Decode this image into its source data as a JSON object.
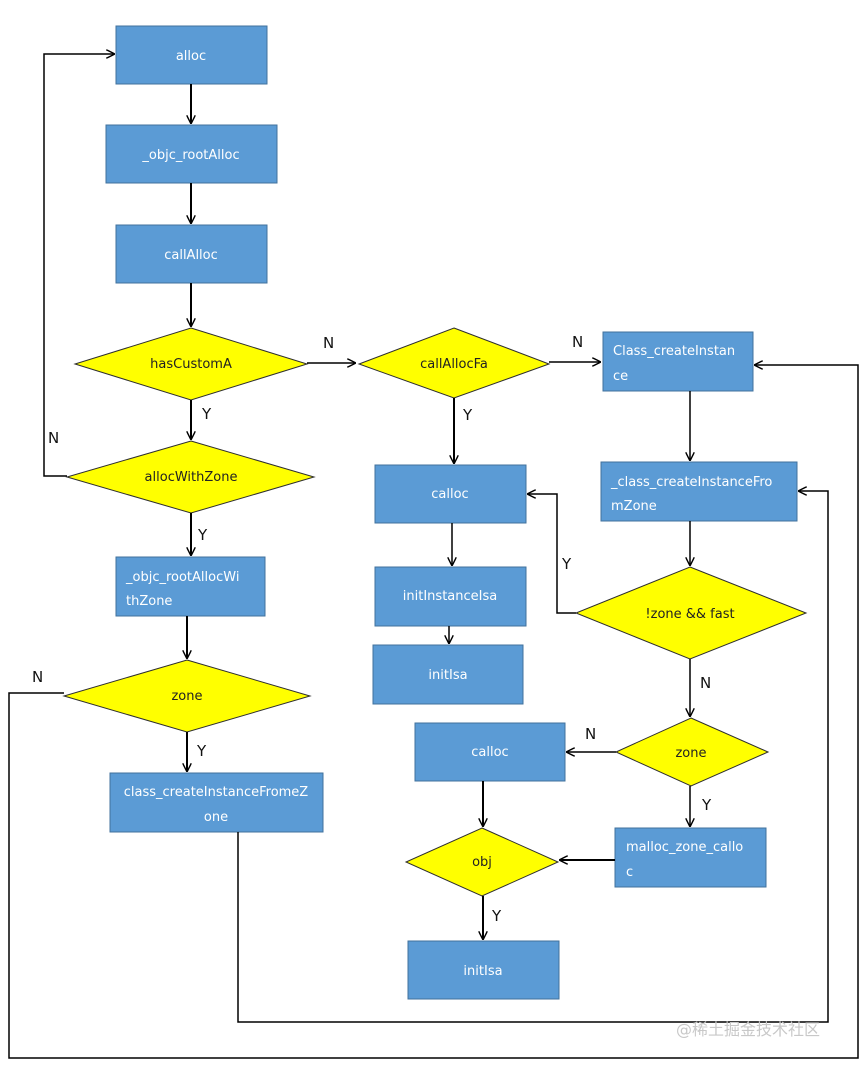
{
  "nodes": {
    "alloc": "alloc",
    "objc_root_alloc": "_objc_rootAlloc",
    "call_alloc": "callAlloc",
    "has_custom_a": "hasCustomA",
    "alloc_with_zone": "allocWithZone",
    "objc_root_alloc_with_zone_1": "_objc_rootAllocWi",
    "objc_root_alloc_with_zone_2": "thZone",
    "zone_left": "zone",
    "class_create_instance_frome_zone_1": "class_createInstanceFromeZ",
    "class_create_instance_frome_zone_2": "one",
    "call_alloc_fa": "callAllocFa",
    "calloc_mid": "calloc",
    "init_instance_isa": "initInstanceIsa",
    "init_isa_mid": "initIsa",
    "class_create_instance_1": "Class_createInstan",
    "class_create_instance_2": "ce",
    "class_create_instance_from_zone_1": "_class_createInstanceFro",
    "class_create_instance_from_zone_2": "mZone",
    "not_zone_fast": "!zone && fast",
    "zone_right": "zone",
    "calloc_low": "calloc",
    "malloc_zone_calloc_1": "malloc_zone_callo",
    "malloc_zone_calloc_2": "c",
    "obj": "obj",
    "init_isa_low": "initIsa"
  },
  "labels": {
    "y": "Y",
    "n": "N"
  },
  "watermark": "@稀土掘金技术社区",
  "colors": {
    "process_fill": "#5b9bd5",
    "decision_fill": "#ffff00"
  }
}
